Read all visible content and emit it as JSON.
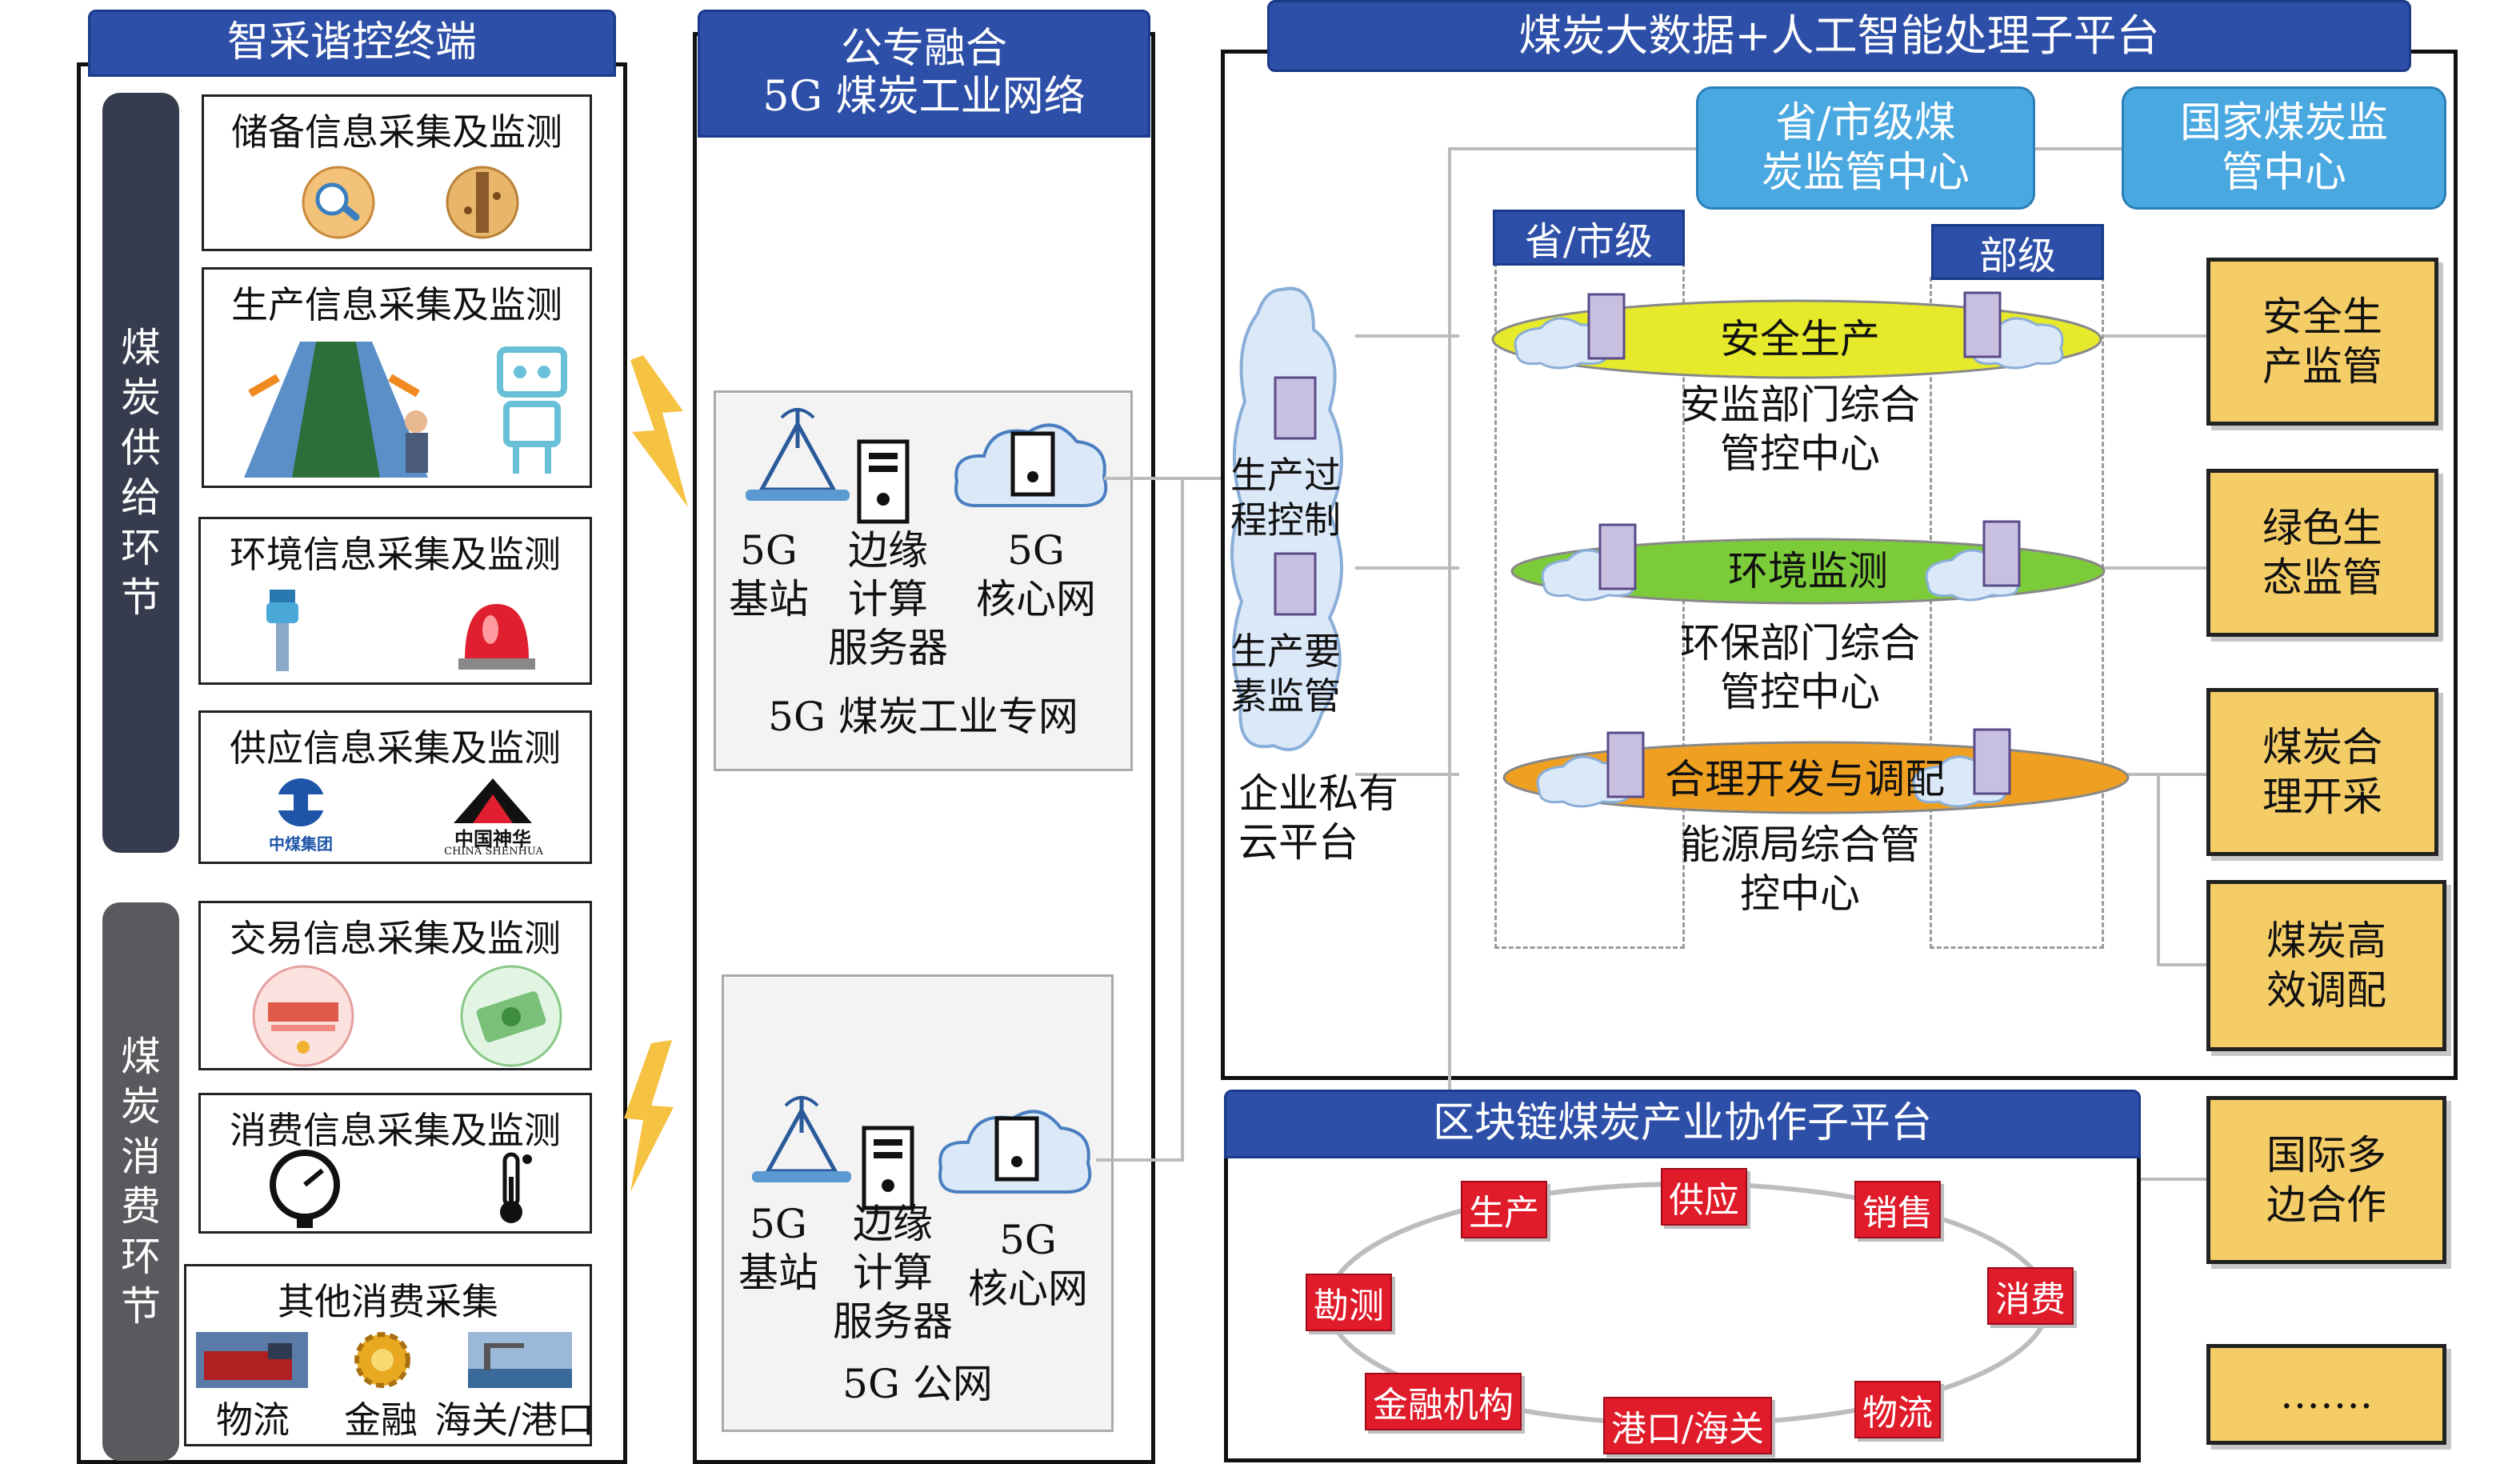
{
  "terminal": {
    "title": "智采谐控终端",
    "supply_band": "煤炭供给环节",
    "consume_band": "煤炭消费环节",
    "cards": [
      {
        "title": "储备信息采集及监测"
      },
      {
        "title": "生产信息采集及监测"
      },
      {
        "title": "环境信息采集及监测"
      },
      {
        "title": "供应信息采集及监测",
        "logo1": "中煤集团",
        "logo2_cn": "中国神华",
        "logo2_en": "CHINA SHENHUA"
      },
      {
        "title": "交易信息采集及监测"
      },
      {
        "title": "消费信息采集及监测"
      },
      {
        "title": "其他消费采集",
        "items": [
          "物流",
          "金融",
          "海关/港口"
        ]
      }
    ]
  },
  "network": {
    "title": "公专融合\n5G 煤炭工业网络",
    "private": {
      "base": "5G\n基站",
      "edge": "边缘\n计算\n服务器",
      "core": "5G\n核心网",
      "caption": "5G 煤炭工业专网"
    },
    "public": {
      "base": "5G\n基站",
      "edge": "边缘\n计算\n服务器",
      "core": "5G\n核心网",
      "caption": "5G 公网"
    }
  },
  "bigdata": {
    "title": "煤炭大数据+人工智能处理子平台",
    "provincial_center": "省/市级煤\n炭监管中心",
    "national_center": "国家煤炭监\n管中心",
    "level_provincial": "省/市级",
    "level_ministry": "部级",
    "cloud_items": [
      "生产过\n程控制",
      "生产要\n素监管"
    ],
    "cloud_caption": "企业私有\n云平台",
    "rings": [
      {
        "label": "安全生产",
        "center": "安监部门综合\n管控中心",
        "color": "#e6ea2a"
      },
      {
        "label": "环境监测",
        "center": "环保部门综合\n管控中心",
        "color": "#7ccc3a"
      },
      {
        "label": "合理开发与调配",
        "center": "能源局综合管\n控中心",
        "color": "#f0a020"
      }
    ],
    "gold_boxes": [
      "安全生\n产监管",
      "绿色生\n态监管",
      "煤炭合\n理开采",
      "煤炭高\n效调配"
    ]
  },
  "blockchain": {
    "title": "区块链煤炭产业协作子平台",
    "nodes": [
      "生产",
      "供应",
      "销售",
      "勘测",
      "消费",
      "金融机构",
      "港口/海关",
      "物流"
    ],
    "side_boxes": [
      "国际多\n边合作",
      "……."
    ]
  }
}
